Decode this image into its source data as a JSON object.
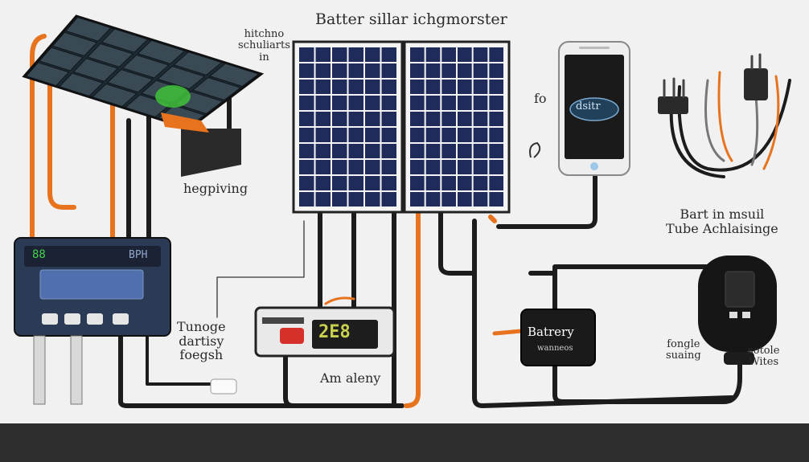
{
  "diagram": {
    "title": "Batter sillar ichgmorster",
    "labels": {
      "top_left_note": "hitchno\nschuliarts\nin",
      "panel_caption": "hegpiving",
      "controller_note": "Tunoge\ndartisy\nfoegsh",
      "meter_caption": "Am aleny",
      "right_note": "Bart in msuil\nTube Achlaisinge",
      "battery_box": "Batrery",
      "battery_box_sub": "wanneos",
      "outlet_left": "fongle\nsuaing",
      "outlet_right": "sotole\nWites",
      "phone_side_top": "fo",
      "phone_screen": "dsitr",
      "controller_display": "BPH",
      "meter_display": "2E8",
      "lcd_digits": "88"
    }
  },
  "colors": {
    "background": "#f1f1f1",
    "floor": "#2d2d2d",
    "wire_black": "#1c1c1c",
    "wire_orange": "#e8731e",
    "controller_body": "#2b3a55",
    "controller_screen": "#4f6fae",
    "panel_cell": "#1f2b5a",
    "meter_display": "#c8d14b",
    "meter_button": "#d6302a"
  }
}
